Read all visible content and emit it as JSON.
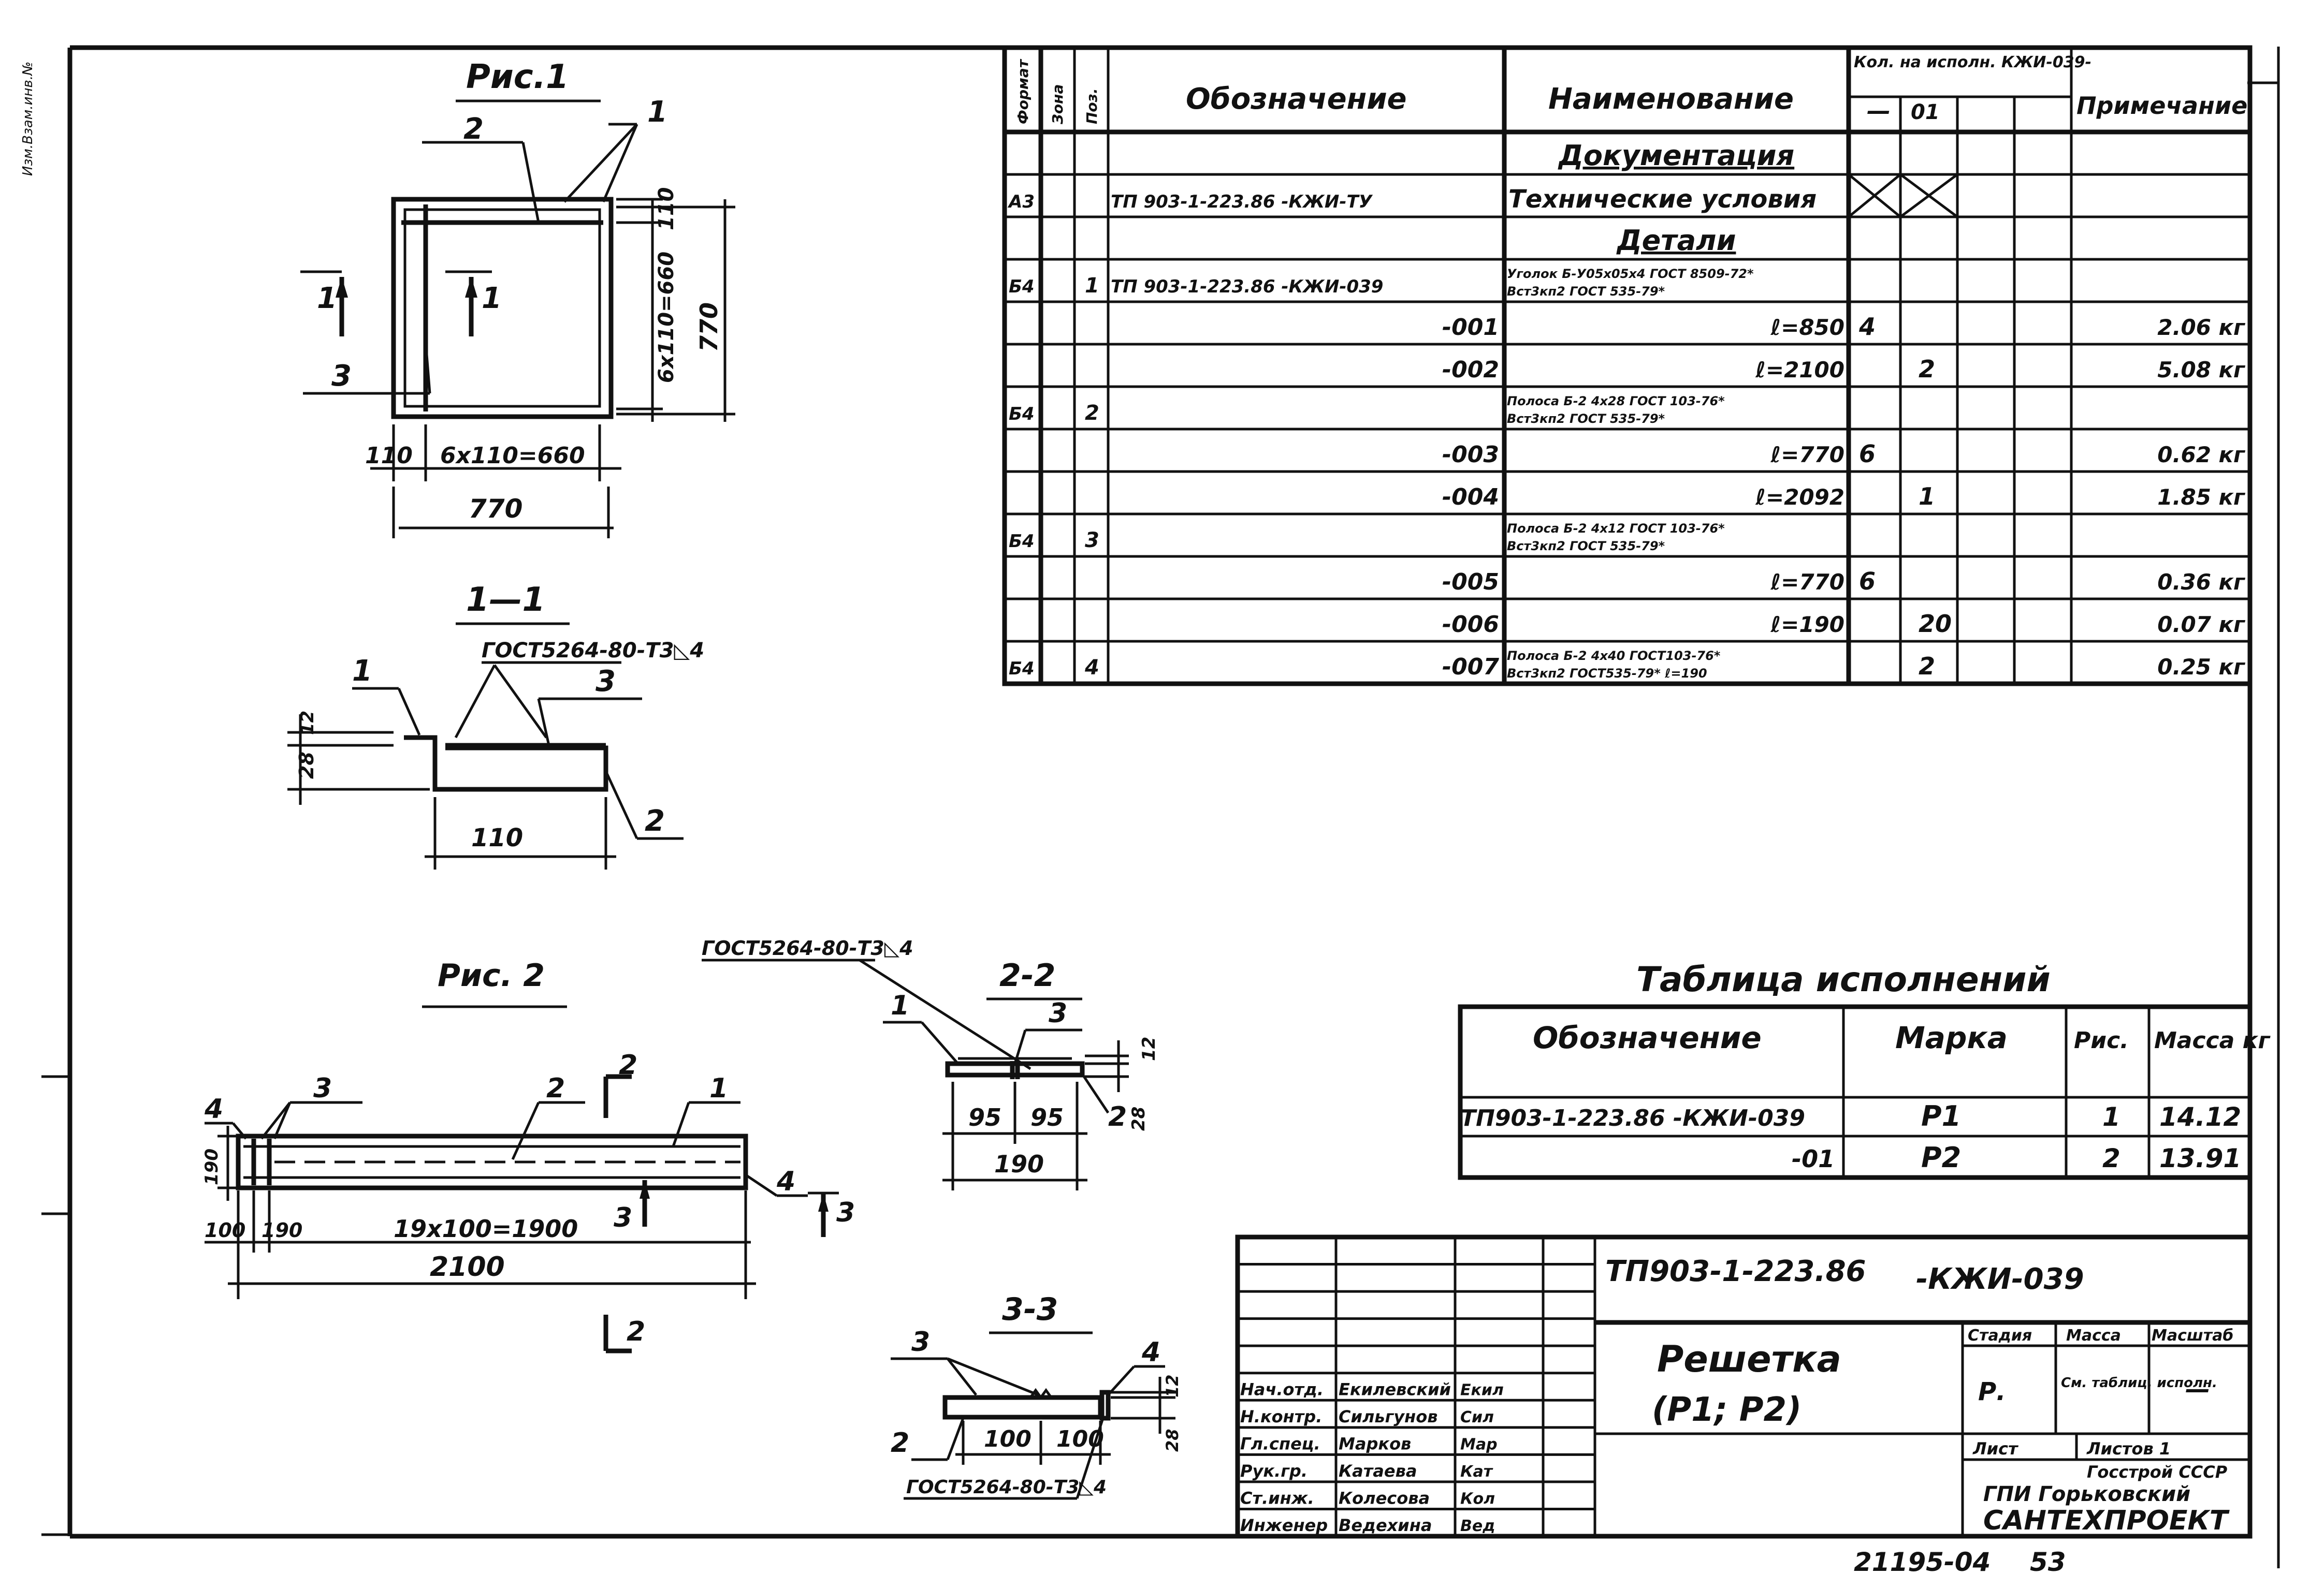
{
  "margin_note": "Изм.Взам.инв.№",
  "fig1": {
    "title": "Рис.1",
    "callouts": [
      "1",
      "2",
      "3"
    ],
    "section_mark": "1",
    "dim_bottom_inner": "6х110=660",
    "dim_bottom_edge": "110",
    "dim_bottom_total": "770",
    "dim_right_top": "110",
    "dim_right_inner": "6х110=660",
    "dim_right_total": "770"
  },
  "sec11": {
    "title": "1—1",
    "weld": "ГОСТ5264-80-Т3◺4",
    "callouts": [
      "1",
      "3",
      "2"
    ],
    "dim_12": "12",
    "dim_28": "28",
    "dim_110": "110"
  },
  "fig2": {
    "title": "Рис. 2",
    "callouts": [
      "4",
      "3",
      "2",
      "1",
      "4",
      "3"
    ],
    "section2": "2",
    "section3": "3",
    "dim_190": "190",
    "dim_100": "100",
    "dim_190b": "190",
    "dim_mid": "19х100=1900",
    "dim_total": "2100"
  },
  "sec22": {
    "title": "2-2",
    "weld": "ГОСТ5264-80-Т3◺4",
    "callouts": [
      "1",
      "3",
      "2"
    ],
    "dim_95a": "95",
    "dim_95b": "95",
    "dim_190": "190",
    "dim_12": "12",
    "dim_28": "28"
  },
  "sec33": {
    "title": "3-3",
    "weld": "ГОСТ5264-80-Т3◺4",
    "callouts": [
      "3",
      "4",
      "2"
    ],
    "dim_100a": "100",
    "dim_100b": "100",
    "dim_12": "12",
    "dim_28": "28"
  },
  "spec": {
    "headers": {
      "format": "Формат",
      "zone": "Зона",
      "pos": "Поз.",
      "designation": "Обозначение",
      "name": "Наименование",
      "qty": "Кол. на исполн. КЖИ-039-",
      "qty_a": "—",
      "qty_b": "01",
      "note": "Примечание"
    },
    "rows": [
      {
        "format": "",
        "pos": "",
        "des": "",
        "name": "Документация",
        "qa": "",
        "qb": "",
        "note": "",
        "section": true
      },
      {
        "format": "А3",
        "pos": "",
        "des": "ТП 903-1-223.86   -КЖИ-ТУ",
        "name": "Технические условия",
        "qa": "",
        "qb": "",
        "note": "",
        "cross": true
      },
      {
        "format": "",
        "pos": "",
        "des": "",
        "name": "Детали",
        "qa": "",
        "qb": "",
        "note": "",
        "section": true
      },
      {
        "format": "Б4",
        "pos": "1",
        "des": "ТП 903-1-223.86   -КЖИ-039",
        "name": "Уголок Б-У05х05х4 ГОСТ 8509-72* / Вст3кп2 ГОСТ 535-79*",
        "qa": "",
        "qb": "",
        "note": ""
      },
      {
        "format": "",
        "pos": "",
        "des": "-001",
        "name": "ℓ=850",
        "qa": "4",
        "qb": "",
        "note": "2.06 кг"
      },
      {
        "format": "",
        "pos": "",
        "des": "-002",
        "name": "ℓ=2100",
        "qa": "",
        "qb": "2",
        "note": "5.08 кг"
      },
      {
        "format": "Б4",
        "pos": "2",
        "des": "",
        "name": "Полоса Б-2 4х28 ГОСТ 103-76* / Вст3кп2 ГОСТ 535-79*",
        "qa": "",
        "qb": "",
        "note": ""
      },
      {
        "format": "",
        "pos": "",
        "des": "-003",
        "name": "ℓ=770",
        "qa": "6",
        "qb": "",
        "note": "0.62 кг"
      },
      {
        "format": "",
        "pos": "",
        "des": "-004",
        "name": "ℓ=2092",
        "qa": "",
        "qb": "1",
        "note": "1.85 кг"
      },
      {
        "format": "Б4",
        "pos": "3",
        "des": "",
        "name": "Полоса Б-2 4х12 ГОСТ 103-76* / Вст3кп2 ГОСТ 535-79*",
        "qa": "",
        "qb": "",
        "note": ""
      },
      {
        "format": "",
        "pos": "",
        "des": "-005",
        "name": "ℓ=770",
        "qa": "6",
        "qb": "",
        "note": "0.36 кг"
      },
      {
        "format": "",
        "pos": "",
        "des": "-006",
        "name": "ℓ=190",
        "qa": "",
        "qb": "20",
        "note": "0.07 кг"
      },
      {
        "format": "Б4",
        "pos": "4",
        "des": "-007",
        "name": "Полоса Б-2 4х40 ГОСТ103-76* / Вст3кп2 ГОСТ535-79* ℓ=190",
        "qa": "",
        "qb": "2",
        "note": "0.25 кг"
      }
    ]
  },
  "exec_table": {
    "title": "Таблица исполнений",
    "headers": [
      "Обозначение",
      "Марка",
      "Рис.",
      "Масса кг"
    ],
    "rows": [
      [
        "ТП903-1-223.86   -КЖИ-039",
        "Р1",
        "1",
        "14.12"
      ],
      [
        "-01",
        "Р2",
        "2",
        "13.91"
      ]
    ]
  },
  "title_block": {
    "code": "ТП903-1-223.86",
    "code2": "-КЖИ-039",
    "name": "Решетка",
    "name2": "(Р1; Р2)",
    "stage_label": "Стадия",
    "mass_label": "Масса",
    "scale_label": "Масштаб",
    "stage": "Р.",
    "mass": "См. таблиц. исполн.",
    "scale": "—",
    "sheet_label": "Лист",
    "sheets_label": "Листов 1",
    "org1": "Госстрой СССР",
    "org2": "ГПИ Горьковский",
    "org3": "САНТЕХПРОЕКТ",
    "staff": [
      {
        "role": "Нач.отд.",
        "name": "Екилевский",
        "sign": "Екил"
      },
      {
        "role": "Н.контр.",
        "name": "Сильгунов",
        "sign": "Сил"
      },
      {
        "role": "Гл.спец.",
        "name": "Марков",
        "sign": "Мар"
      },
      {
        "role": "Рук.гр.",
        "name": "Катаева",
        "sign": "Кат"
      },
      {
        "role": "Ст.инж.",
        "name": "Колесова",
        "sign": "Кол"
      },
      {
        "role": "Инженер",
        "name": "Ведехина",
        "sign": "Вед"
      }
    ]
  },
  "footer_code": "21195-04",
  "footer_page": "53"
}
